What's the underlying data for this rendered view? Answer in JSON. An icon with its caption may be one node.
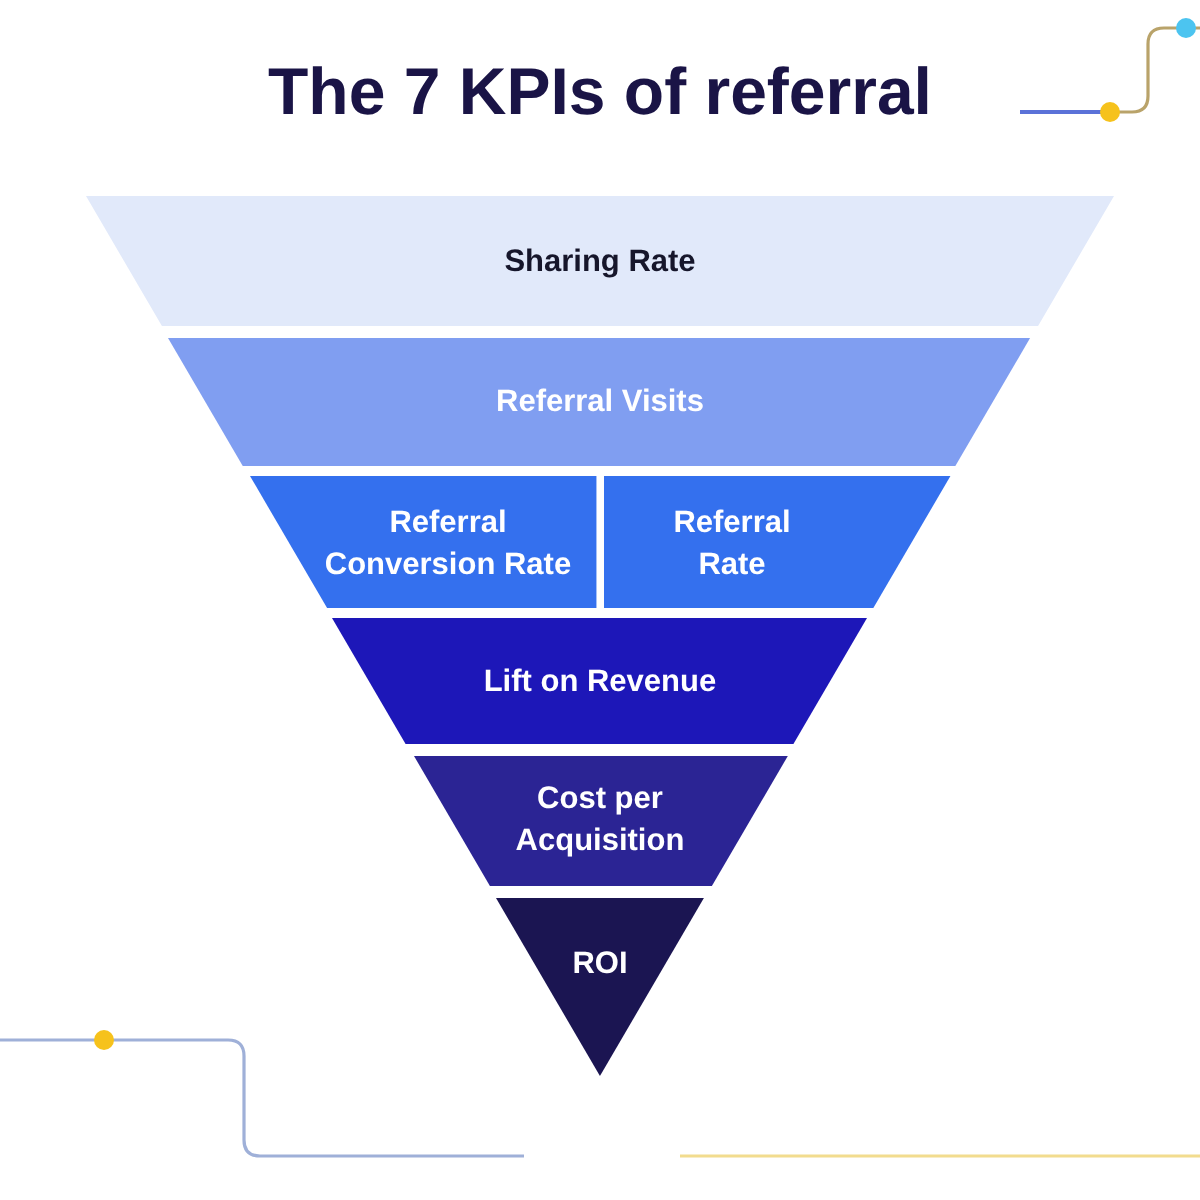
{
  "diagram": {
    "title": "The 7 KPIs of referral",
    "nodes": [
      {
        "text": [
          "Sharing Rate"
        ]
      },
      {
        "text": [
          "Referral Visits"
        ]
      },
      {
        "text": [
          "Referral Conversion Rate"
        ]
      },
      {
        "text": [
          "Referral Rate"
        ]
      },
      {
        "text": [
          "Lift on Revenue"
        ]
      },
      {
        "text": [
          "Cost per Acquisition"
        ]
      },
      {
        "text": [
          "ROI"
        ]
      }
    ]
  }
}
